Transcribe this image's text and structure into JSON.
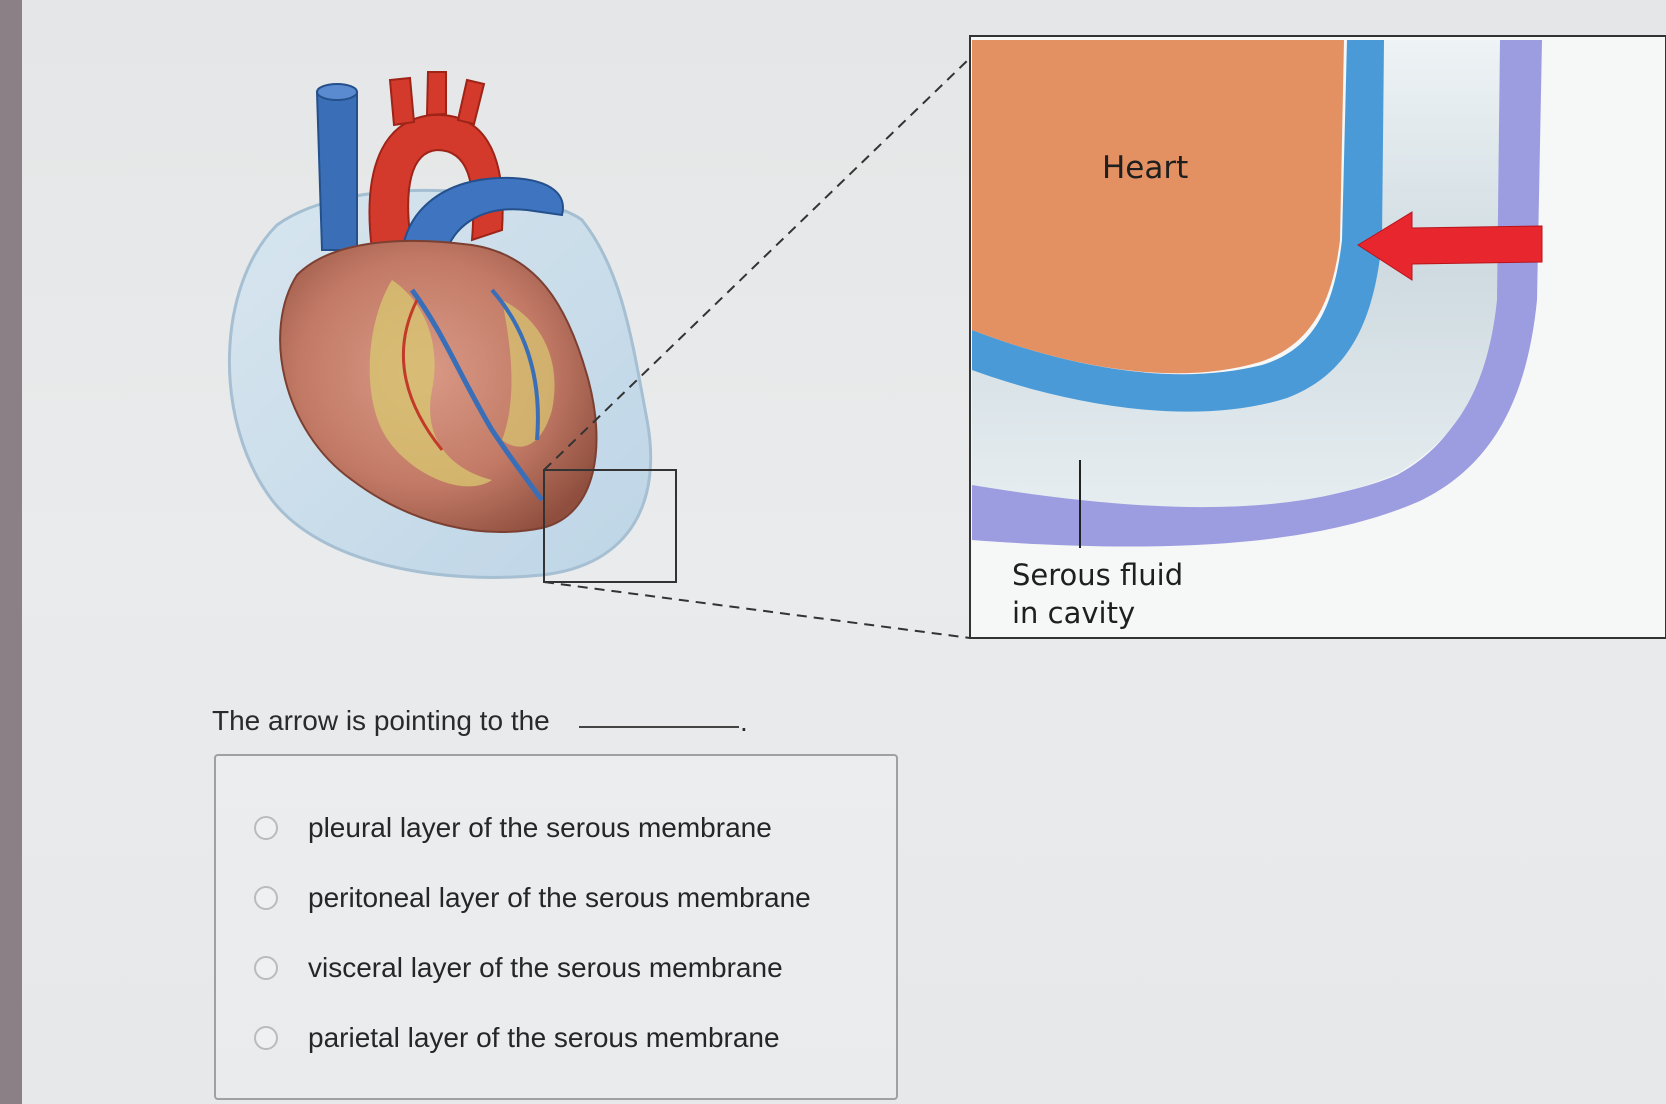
{
  "figure": {
    "heart_label": "Heart",
    "fluid_label": "Serous fluid\nin cavity"
  },
  "question": {
    "text": "The arrow is pointing to the",
    "period": "."
  },
  "options": [
    {
      "label": "pleural layer of the serous membrane",
      "selected": false
    },
    {
      "label": "peritoneal layer of the serous membrane",
      "selected": false
    },
    {
      "label": "visceral layer of the serous membrane",
      "selected": false
    },
    {
      "label": "parietal layer of the serous membrane",
      "selected": false
    }
  ],
  "colors": {
    "heart_muscle": "#e39162",
    "visceral_layer": "#4a9ad8",
    "parietal_layer": "#9c9ce0",
    "arrow": "#e8262e",
    "fluid": "#dfe8ec"
  }
}
